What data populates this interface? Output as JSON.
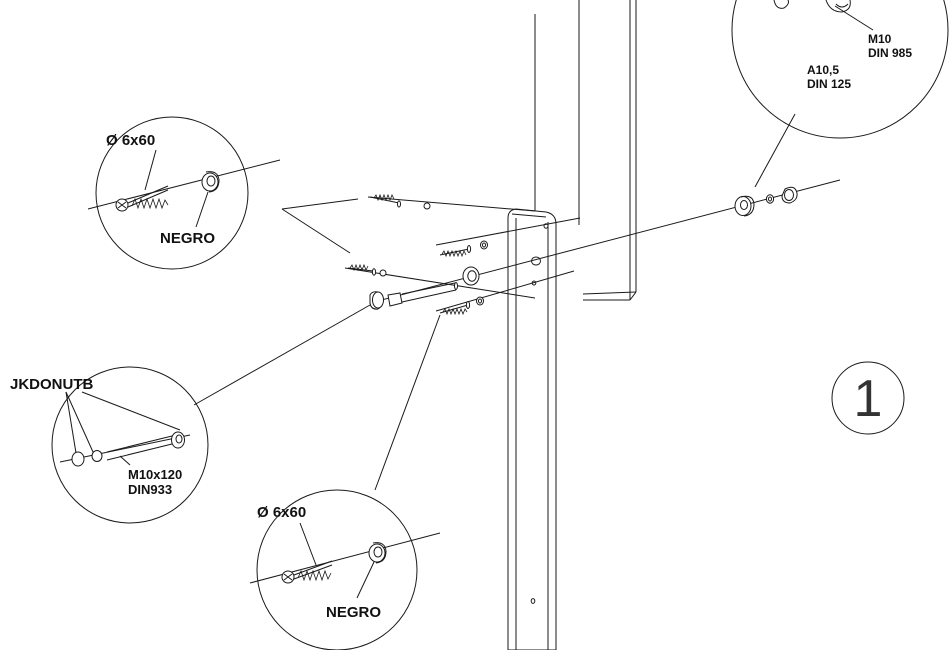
{
  "labels": {
    "screw_top": "Ø 6x60",
    "washer_top": "NEGRO",
    "cap_part": "JKDONUTB",
    "bolt": "M10x120",
    "bolt_std": "DIN933",
    "screw_bottom": "Ø 6x60",
    "washer_bottom": "NEGRO",
    "nut": "M10",
    "nut_std": "DIN 985",
    "washer_steel": "A10,5",
    "washer_steel_std": "DIN 125",
    "step_number": "1"
  }
}
